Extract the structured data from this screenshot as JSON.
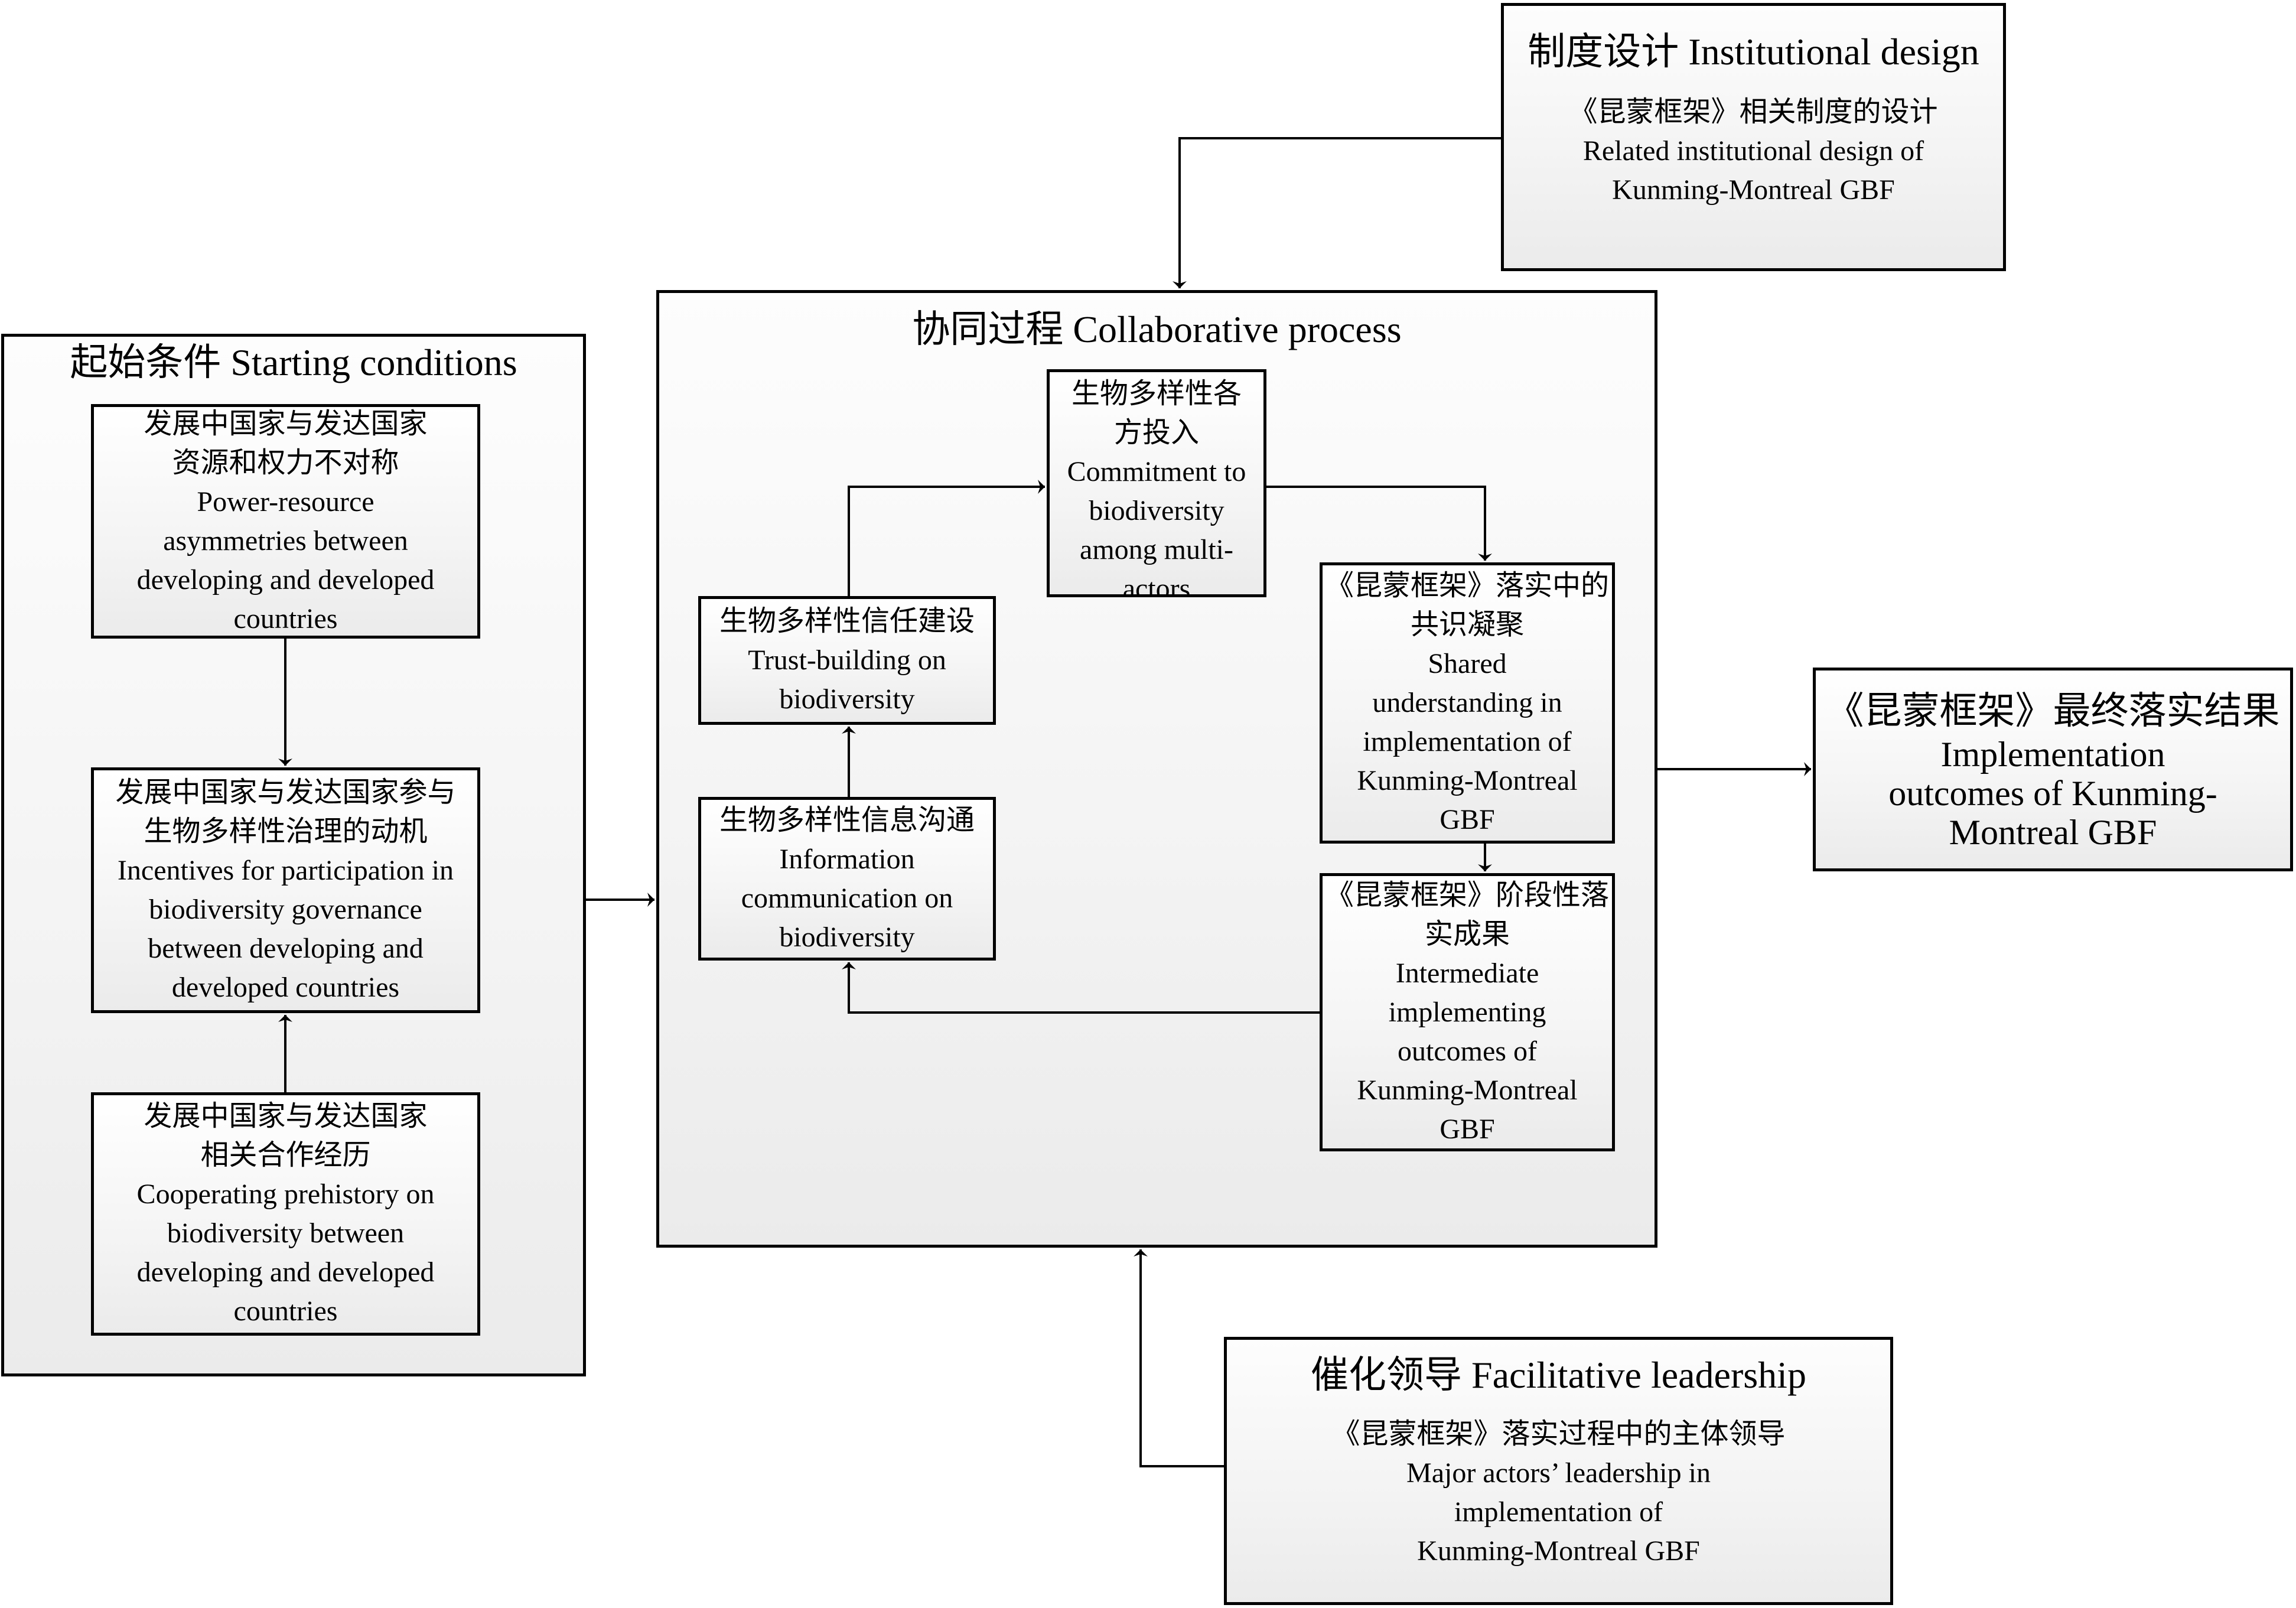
{
  "institutional_design": {
    "title": "制度设计 Institutional design",
    "lines": [
      "《昆蒙框架》相关制度的设计",
      "Related institutional design of",
      "Kunming-Montreal GBF"
    ]
  },
  "starting_conditions": {
    "title": "起始条件 Starting conditions",
    "boxes": [
      {
        "lines": [
          "发展中国家与发达国家",
          "资源和权力不对称",
          "Power-resource",
          "asymmetries between",
          "developing and developed",
          "countries"
        ]
      },
      {
        "lines": [
          "发展中国家与发达国家参与",
          "生物多样性治理的动机",
          "Incentives for participation in",
          "biodiversity governance",
          "between developing and",
          "developed countries"
        ]
      },
      {
        "lines": [
          "发展中国家与发达国家",
          "相关合作经历",
          "Cooperating prehistory on",
          "biodiversity between",
          "developing and developed",
          "countries"
        ]
      }
    ]
  },
  "collaborative_process": {
    "title": "协同过程 Collaborative process",
    "commitment": {
      "lines": [
        "生物多样性各",
        "方投入",
        "Commitment to",
        "biodiversity",
        "among multi-",
        "actors"
      ]
    },
    "trust": {
      "lines": [
        "生物多样性信任建设",
        "Trust-building on",
        "biodiversity"
      ]
    },
    "information": {
      "lines": [
        "生物多样性信息沟通",
        "Information",
        "communication on",
        "biodiversity"
      ]
    },
    "shared_understanding": {
      "lines": [
        "《昆蒙框架》落实中的",
        "共识凝聚",
        "Shared",
        "understanding in",
        "implementation of",
        "Kunming-Montreal",
        "GBF"
      ]
    },
    "intermediate_outcomes": {
      "lines": [
        "《昆蒙框架》阶段性落",
        "实成果",
        "Intermediate",
        "implementing",
        "outcomes of",
        "Kunming-Montreal",
        "GBF"
      ]
    }
  },
  "final_outcomes": {
    "lines": [
      "《昆蒙框架》最终落实结果",
      "Implementation",
      "outcomes of Kunming-",
      "Montreal GBF"
    ]
  },
  "facilitative_leadership": {
    "title": "催化领导 Facilitative leadership",
    "lines": [
      "《昆蒙框架》落实过程中的主体领导",
      "Major actors’ leadership in",
      "implementation of",
      "Kunming-Montreal GBF"
    ]
  }
}
